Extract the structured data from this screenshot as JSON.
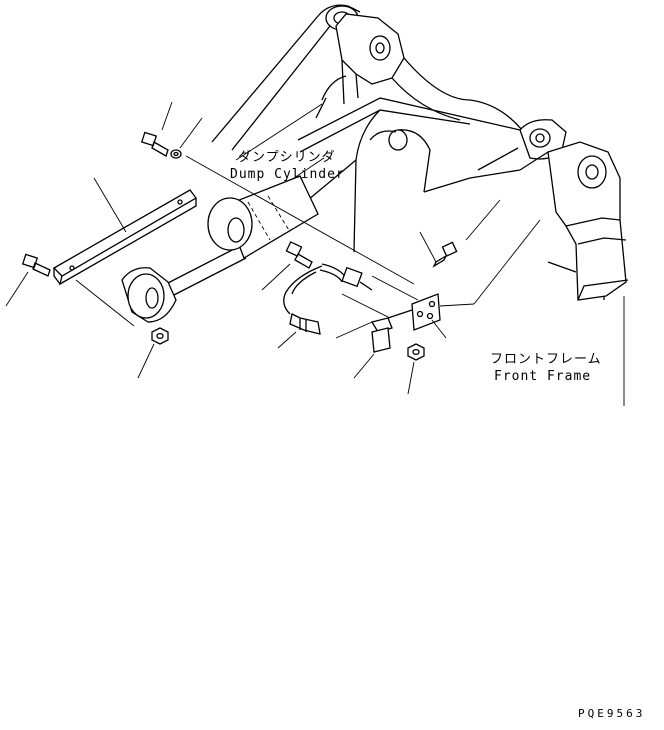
{
  "labels": {
    "dump_cylinder_jp": "ダンプシリンダ",
    "dump_cylinder_en": "Dump Cylinder",
    "front_frame_jp": "フロントフレーム",
    "front_frame_en": "Front Frame",
    "drawing_code": "PQE9563"
  }
}
